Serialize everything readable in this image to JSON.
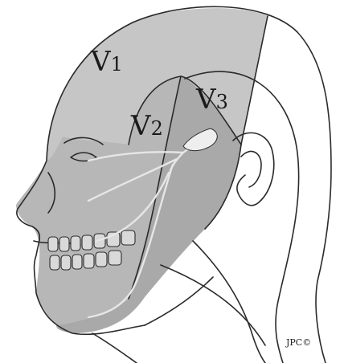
{
  "figure": {
    "labels": {
      "v1": {
        "main": "V",
        "sub": "1"
      },
      "v2": {
        "main": "V",
        "sub": "2"
      },
      "v3": {
        "main": "V",
        "sub": "3"
      }
    },
    "credit": "JPC©",
    "colors": {
      "v1_region": "#c6c6c6",
      "v2_region": "#b7b7b7",
      "v3_region": "#a9a9a9",
      "outline": "#2a2a2a",
      "nerve": "#e6e6e6",
      "background": "#ffffff"
    }
  }
}
